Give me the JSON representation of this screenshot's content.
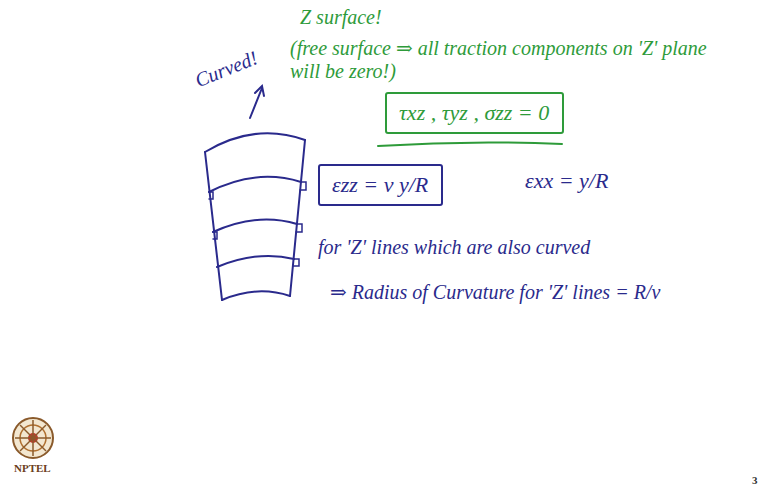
{
  "diagram": {
    "nodes": [
      {
        "text": [
          "τxz , τyz , σzz = 0"
        ]
      },
      {
        "text": [
          "εzz = ν y/R"
        ]
      }
    ],
    "labels": [
      "Z surface!",
      "(free surface ⇒ all traction components on 'Z' plane will be zero!)",
      "Curved!",
      "εxx = y/R",
      "for 'Z' lines which are also curved",
      "⇒ Radius of Curvature for 'Z' lines = R/ν",
      "NPTEL",
      "3"
    ]
  }
}
